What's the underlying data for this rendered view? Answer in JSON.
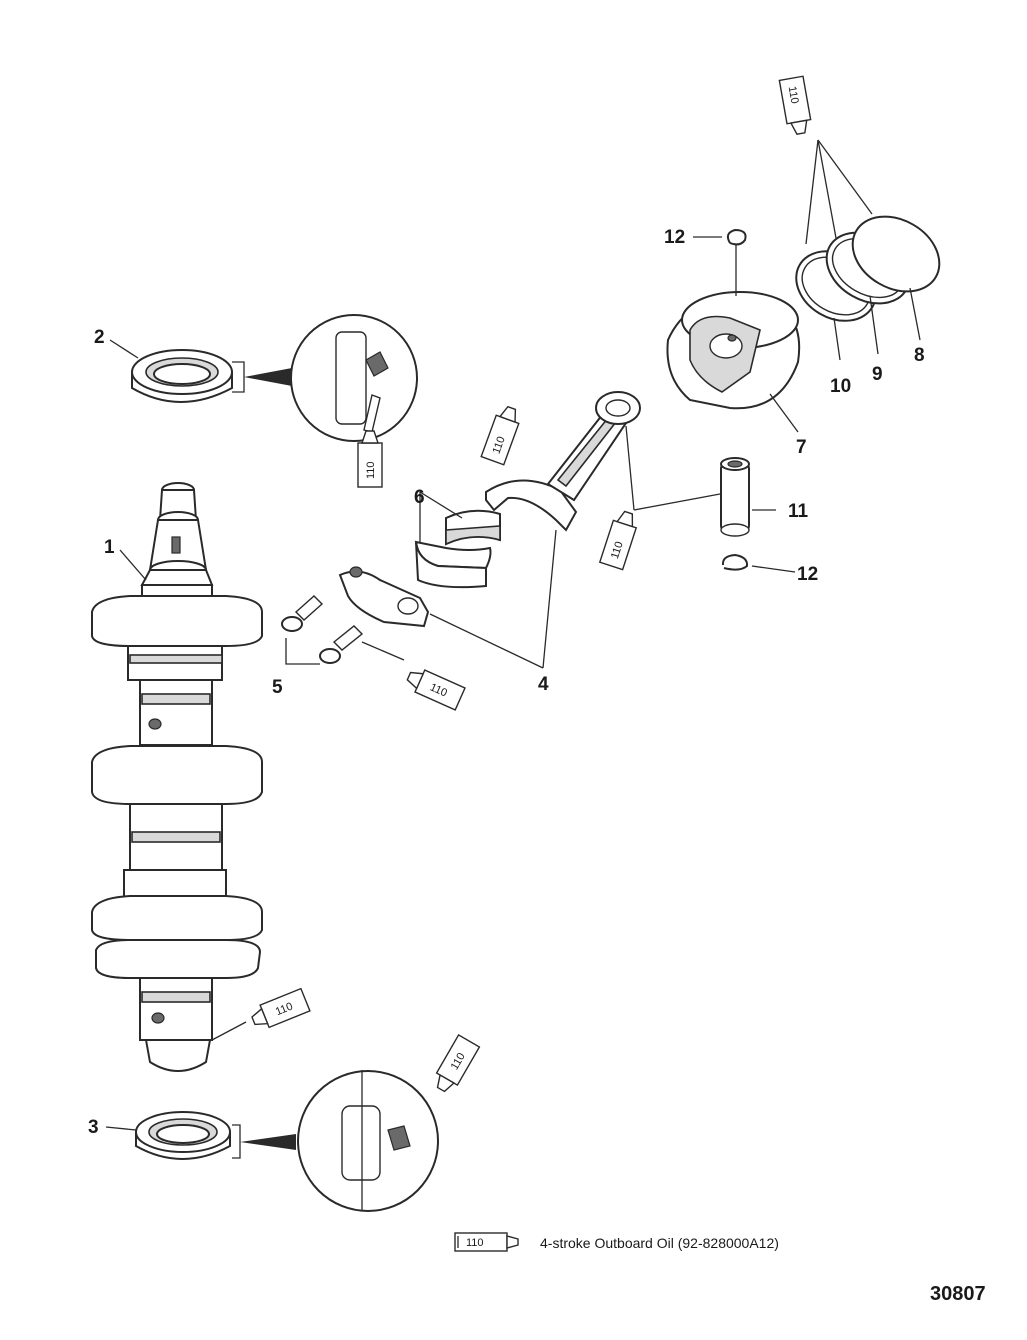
{
  "callouts": [
    {
      "id": "c1",
      "text": "1"
    },
    {
      "id": "c2",
      "text": "2"
    },
    {
      "id": "c3",
      "text": "3"
    },
    {
      "id": "c4",
      "text": "4"
    },
    {
      "id": "c5",
      "text": "5"
    },
    {
      "id": "c6",
      "text": "6"
    },
    {
      "id": "c7",
      "text": "7"
    },
    {
      "id": "c8",
      "text": "8"
    },
    {
      "id": "c9",
      "text": "9"
    },
    {
      "id": "c10",
      "text": "10"
    },
    {
      "id": "c11",
      "text": "11"
    },
    {
      "id": "c12a",
      "text": "12"
    },
    {
      "id": "c12b",
      "text": "12"
    }
  ],
  "lubricant_tube_label": "110",
  "legend": {
    "tube_label": "110",
    "text": "4-stroke Outboard Oil (92-828000A12)"
  },
  "figure_number": "30807"
}
